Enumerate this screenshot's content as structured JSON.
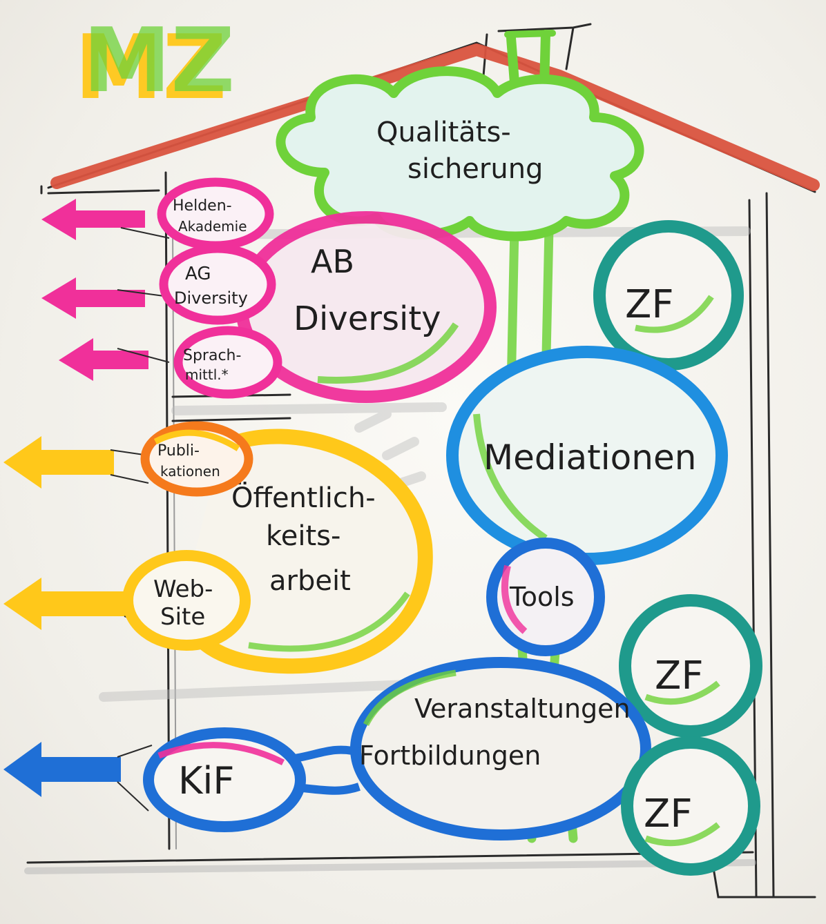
{
  "title": "MZ",
  "colors": {
    "roof": "#d9533f",
    "green": "#6fd23a",
    "teal": "#1f9a8c",
    "blue": "#1f6fd6",
    "pink": "#f0309a",
    "yellow": "#ffc81a",
    "orange": "#f57a1c",
    "ink": "#1f1f1f"
  },
  "nodes": {
    "quality": {
      "line1": "Qualitäts-",
      "line2": "sicherung"
    },
    "ab_diversity": {
      "line1": "AB",
      "line2": "Diversity"
    },
    "helden": {
      "line1": "Helden-",
      "line2": "Akademie"
    },
    "ag_diversity": {
      "line1": "AG",
      "line2": "Diversity"
    },
    "sprach": {
      "line1": "Sprach-",
      "line2": "mittl.*"
    },
    "zf_top": {
      "label": "ZF"
    },
    "mediation": {
      "label": "Mediationen"
    },
    "tools": {
      "label": "Tools"
    },
    "publikationen": {
      "line1": "Publi-",
      "line2": "kationen"
    },
    "oeffentlich": {
      "line1": "Öffentlich-",
      "line2": "keits-",
      "line3": "arbeit"
    },
    "website": {
      "line1": "Web-",
      "line2": "Site"
    },
    "zf_mid": {
      "label": "ZF"
    },
    "veranstaltungen": {
      "line1": "Veranstaltungen",
      "line2": "Fortbildungen"
    },
    "zf_bottom": {
      "label": "ZF"
    },
    "kif": {
      "label": "KiF"
    }
  },
  "icons": {
    "arrow": "arrow-left-icon",
    "cloud": "cloud-icon"
  }
}
